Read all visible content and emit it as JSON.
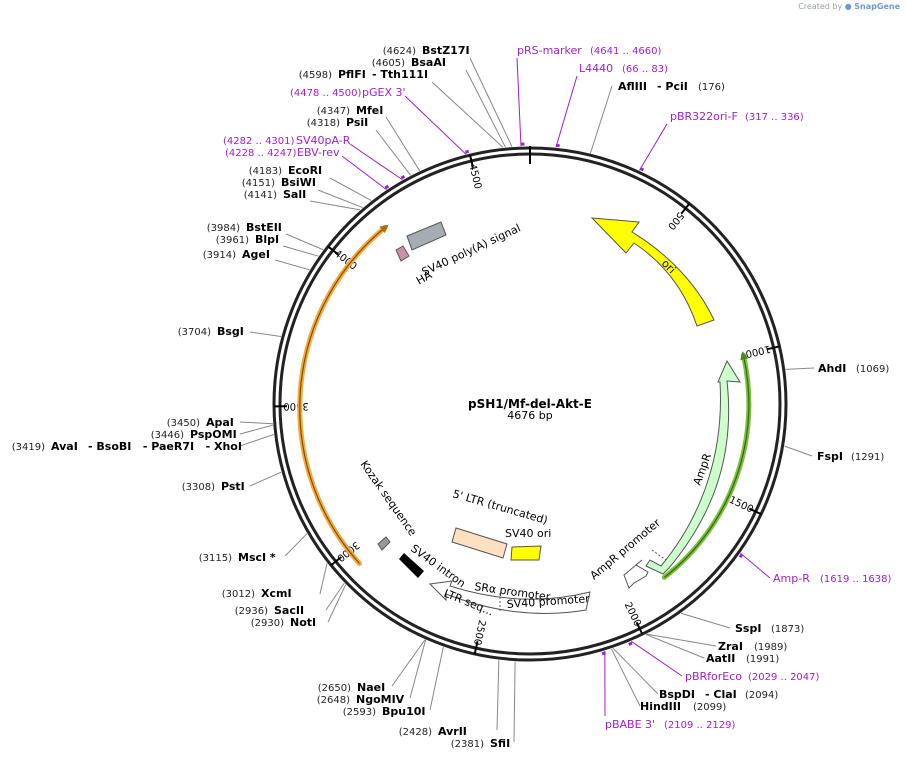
{
  "app": {
    "credit_prefix": "Created by",
    "credit_brand": "SnapGene"
  },
  "plasmid": {
    "name": "pSH1/Mf-del-Akt-E",
    "length_label": "4676 bp",
    "length": 4676
  },
  "ticks": [
    {
      "bp": 500,
      "label": "500"
    },
    {
      "bp": 1000,
      "label": "1000"
    },
    {
      "bp": 1500,
      "label": "1500"
    },
    {
      "bp": 2000,
      "label": "2000"
    },
    {
      "bp": 2500,
      "label": "2500"
    },
    {
      "bp": 3000,
      "label": "3000"
    },
    {
      "bp": 3500,
      "label": "3500"
    },
    {
      "bp": 4000,
      "label": "4000"
    },
    {
      "bp": 4500,
      "label": "4500"
    }
  ],
  "sites": [
    {
      "id": "bstz17i",
      "pos": "(4624)",
      "name": "BstZ17I"
    },
    {
      "id": "bsaai",
      "pos": "(4605)",
      "name": "BsaAI"
    },
    {
      "id": "pflfi",
      "pos": "(4598)",
      "name": "PflFI",
      "extra": "- Tth111I"
    },
    {
      "id": "mfei",
      "pos": "(4347)",
      "name": "MfeI"
    },
    {
      "id": "psii",
      "pos": "(4318)",
      "name": "PsiI"
    },
    {
      "id": "ecori",
      "pos": "(4183)",
      "name": "EcoRI"
    },
    {
      "id": "bsiwi",
      "pos": "(4151)",
      "name": "BsiWI"
    },
    {
      "id": "sali",
      "pos": "(4141)",
      "name": "SalI"
    },
    {
      "id": "bsteii",
      "pos": "(3984)",
      "name": "BstEII"
    },
    {
      "id": "blpi",
      "pos": "(3961)",
      "name": "BlpI"
    },
    {
      "id": "agei",
      "pos": "(3914)",
      "name": "AgeI"
    },
    {
      "id": "bsgi",
      "pos": "(3704)",
      "name": "BsgI"
    },
    {
      "id": "apai",
      "pos": "(3450)",
      "name": "ApaI"
    },
    {
      "id": "pspomi",
      "pos": "(3446)",
      "name": "PspOMI"
    },
    {
      "id": "avai",
      "pos": "(3419)",
      "name": "AvaI",
      "extra": "- BsoBI   - PaeR7I   - XhoI"
    },
    {
      "id": "psti",
      "pos": "(3308)",
      "name": "PstI"
    },
    {
      "id": "msci",
      "pos": "(3115)",
      "name": "MscI *"
    },
    {
      "id": "xcmi",
      "pos": "(3012)",
      "name": "XcmI"
    },
    {
      "id": "sacii",
      "pos": "(2936)",
      "name": "SacII"
    },
    {
      "id": "noti",
      "pos": "(2930)",
      "name": "NotI"
    },
    {
      "id": "naei",
      "pos": "(2650)",
      "name": "NaeI"
    },
    {
      "id": "ngomiv",
      "pos": "(2648)",
      "name": "NgoMIV"
    },
    {
      "id": "bpu10i",
      "pos": "(2593)",
      "name": "Bpu10I"
    },
    {
      "id": "avrii",
      "pos": "(2428)",
      "name": "AvrII"
    },
    {
      "id": "sfii",
      "pos": "(2381)",
      "name": "SfiI"
    },
    {
      "id": "afliii",
      "pos": "(176)",
      "name": "AflIII",
      "extra": "- PciI"
    },
    {
      "id": "ahdi",
      "pos": "(1069)",
      "name": "AhdI"
    },
    {
      "id": "fspi",
      "pos": "(1291)",
      "name": "FspI"
    },
    {
      "id": "sspi",
      "pos": "(1873)",
      "name": "SspI"
    },
    {
      "id": "zrai",
      "pos": "(1989)",
      "name": "ZraI"
    },
    {
      "id": "aatii",
      "pos": "(1991)",
      "name": "AatII"
    },
    {
      "id": "bspdi",
      "pos": "(2094)",
      "name": "BspDI",
      "extra": "- ClaI"
    },
    {
      "id": "hindiii",
      "pos": "(2099)",
      "name": "HindIII"
    }
  ],
  "primers": [
    {
      "id": "prs-marker",
      "name": "pRS-marker",
      "range": "(4641 .. 4660)"
    },
    {
      "id": "l4440",
      "name": "L4440",
      "range": "(66 .. 83)"
    },
    {
      "id": "pbr322ori-f",
      "name": "pBR322ori-F",
      "range": "(317 .. 336)"
    },
    {
      "id": "pgex-3",
      "name": "pGEX 3'",
      "range": "(4478 .. 4500)"
    },
    {
      "id": "sv40pa-r",
      "name": "SV40pA-R",
      "range": "(4282 .. 4301)"
    },
    {
      "id": "ebv-rev",
      "name": "EBV-rev",
      "range": "(4228 .. 4247)"
    },
    {
      "id": "amp-r",
      "name": "Amp-R",
      "range": "(1619 .. 1638)"
    },
    {
      "id": "pbrforeco",
      "name": "pBRforEco",
      "range": "(2029 .. 2047)"
    },
    {
      "id": "pbabe-3",
      "name": "pBABE 3'",
      "range": "(2109 .. 2129)"
    }
  ],
  "features": [
    {
      "id": "ori",
      "label": "ori",
      "color": "#ffff00"
    },
    {
      "id": "ampr",
      "label": "AmpR",
      "color": "#ccffcc"
    },
    {
      "id": "ampr-promoter",
      "label": "AmpR promoter",
      "color": "#ffffff"
    },
    {
      "id": "sv40-polya",
      "label": "SV40 poly(A) signal",
      "color": "#a6acb3"
    },
    {
      "id": "ha",
      "label": "HA",
      "color": "#c98fa8"
    },
    {
      "id": "ltr",
      "label": "5' LTR (truncated)",
      "color": "#ffe0c0"
    },
    {
      "id": "sv40-ori",
      "label": "SV40 ori",
      "color": "#ffff00"
    },
    {
      "id": "kozak",
      "label": "Kozak sequence",
      "color": "#999999"
    },
    {
      "id": "sv40-intron",
      "label": "SV40 intron",
      "color": "#000000"
    },
    {
      "id": "sra-promoter",
      "label": "SRα promoter",
      "color": "#ffffff"
    },
    {
      "id": "ltr-seq",
      "label": "LTR seq...",
      "color": "#ffffff"
    },
    {
      "id": "sv40-promoter",
      "label": "SV40 promoter",
      "color": "#ffffff"
    }
  ],
  "colors": {
    "orf_orange": "#f2a93b",
    "orf_green": "#7bbf3a",
    "primer": "#a020d0"
  }
}
